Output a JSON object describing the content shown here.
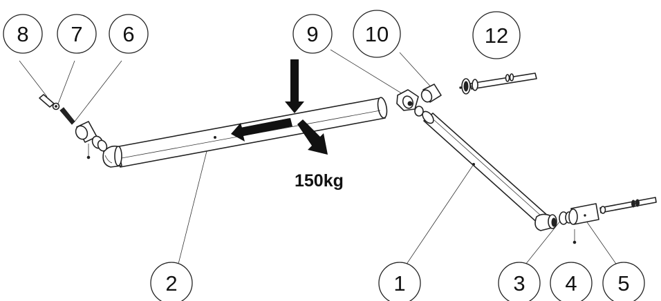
{
  "callouts": [
    {
      "id": "8",
      "label": "8"
    },
    {
      "id": "7",
      "label": "7"
    },
    {
      "id": "6",
      "label": "6"
    },
    {
      "id": "9",
      "label": "9"
    },
    {
      "id": "10",
      "label": "10"
    },
    {
      "id": "12",
      "label": "12"
    },
    {
      "id": "2",
      "label": "2"
    },
    {
      "id": "1",
      "label": "1"
    },
    {
      "id": "3",
      "label": "3"
    },
    {
      "id": "4",
      "label": "4"
    },
    {
      "id": "5",
      "label": "5"
    }
  ],
  "load": {
    "label": "150kg"
  },
  "colors": {
    "line": "#222222",
    "arrow": "#111111",
    "background": "#ffffff"
  }
}
